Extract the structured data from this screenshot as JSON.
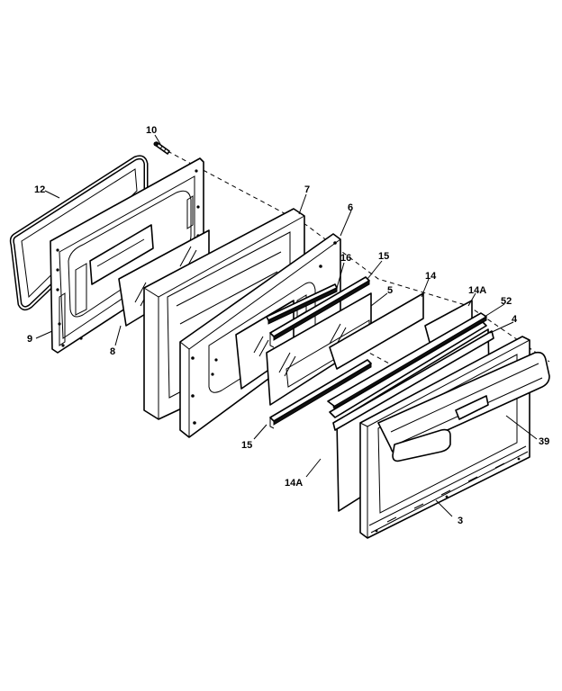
{
  "diagram": {
    "callouts": [
      "10",
      "12",
      "9",
      "8",
      "7",
      "6",
      "16",
      "15",
      "5",
      "14",
      "14A",
      "52",
      "4",
      "39",
      "15",
      "14A",
      "3"
    ]
  }
}
